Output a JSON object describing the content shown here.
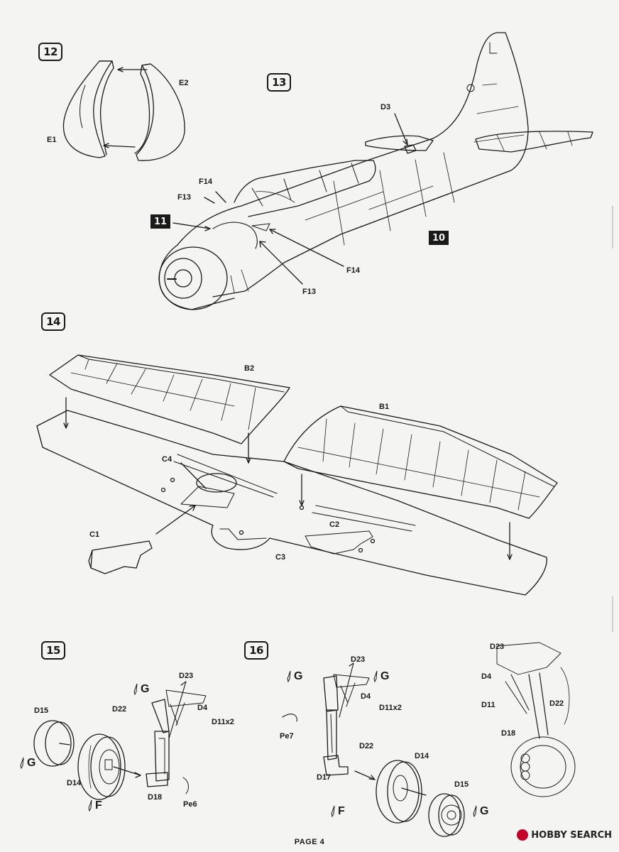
{
  "steps": {
    "s12": "12",
    "s13": "13",
    "s14": "14",
    "s15": "15",
    "s16": "16"
  },
  "refs": {
    "r11": "11",
    "r10": "10"
  },
  "labels": {
    "e2": "E2",
    "e1": "E1",
    "d3": "D3",
    "f14_a": "F14",
    "f13_a": "F13",
    "f14_b": "F14",
    "f13_b": "F13",
    "b2": "B2",
    "b1": "B1",
    "c4": "C4",
    "c1": "C1",
    "c2": "C2",
    "c3": "C3",
    "s15_d23": "D23",
    "s15_d22": "D22",
    "s15_d4": "D4",
    "s15_d11": "D11x2",
    "s15_d15": "D15",
    "s15_d14": "D14",
    "s15_d18": "D18",
    "s15_pe6": "Pe6",
    "s16_d23": "D23",
    "s16_d4": "D4",
    "s16_d11": "D11x2",
    "s16_pe7": "Pe7",
    "s16_d22": "D22",
    "s16_d17": "D17",
    "s16_d14": "D14",
    "s16_d15": "D15",
    "r_d23": "D23",
    "r_d4": "D4",
    "r_d11": "D11",
    "r_d22": "D22",
    "r_d18": "D18"
  },
  "paints": {
    "s15_g_top": "G",
    "s15_g_left": "G",
    "s15_f": "F",
    "s16_g_left": "G",
    "s16_g_right": "G",
    "s16_f": "F",
    "s16_g_bottom": "G"
  },
  "footer": {
    "page": "PAGE 4"
  },
  "watermark": {
    "text": "HOBBY SEARCH",
    "brand_color": "#c2002a"
  }
}
